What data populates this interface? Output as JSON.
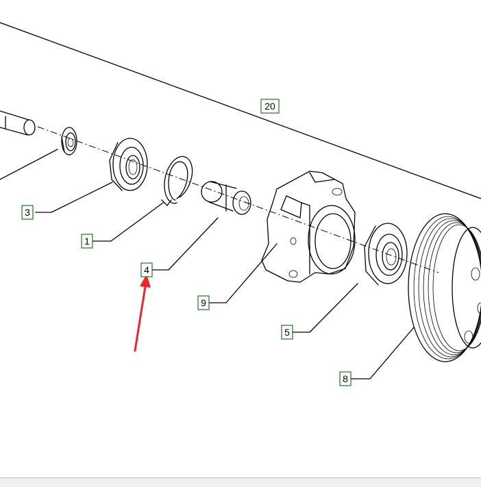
{
  "callouts": {
    "c20": "20",
    "c3": "3",
    "c1": "1",
    "c4": "4",
    "c9": "9",
    "c5": "5",
    "c8": "8"
  },
  "colors": {
    "callout_border": "#1a7a1a",
    "arrow": "#e8262c",
    "line": "#000000"
  },
  "highlighted_callout": "4"
}
